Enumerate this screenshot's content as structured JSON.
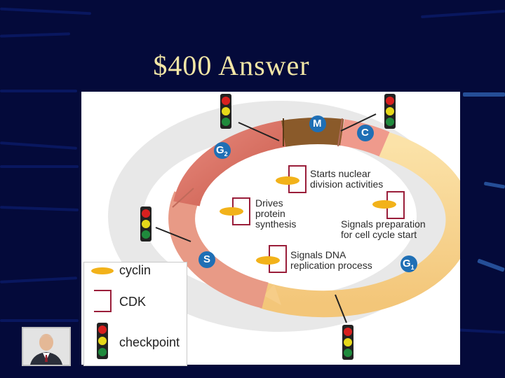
{
  "slide": {
    "title": "$400 Answer"
  },
  "diagram": {
    "phases": {
      "m": "M",
      "c": "C",
      "g2_letter": "G",
      "g2_sub": "2",
      "s": "S",
      "g1_letter": "G",
      "g1_sub": "1"
    },
    "annotations": {
      "nuclear": [
        "Starts nuclear",
        "division activities"
      ],
      "protein": [
        "Drives",
        "protein",
        "synthesis"
      ],
      "preparation": [
        "Signals preparation",
        "for cell cycle start"
      ],
      "dna": [
        "Signals DNA",
        "replication process"
      ]
    },
    "legend": {
      "cyclin": "cyclin",
      "cdk": "CDK",
      "checkpoint": "checkpoint"
    }
  },
  "colors": {
    "background": "#040a3a",
    "title": "#f2e6a6",
    "phase_badge": "#1f6fb5",
    "cyclin": "#f2b21a",
    "cdk_border": "#9a1e3a",
    "ring_g1": "#f7cf86",
    "ring_g2": "#dc7462",
    "ring_s": "#e89a86",
    "ring_m": "#8a5a2a",
    "light_red": "#d8201f",
    "light_yellow": "#e6d81a",
    "light_green": "#1f8a3c"
  }
}
